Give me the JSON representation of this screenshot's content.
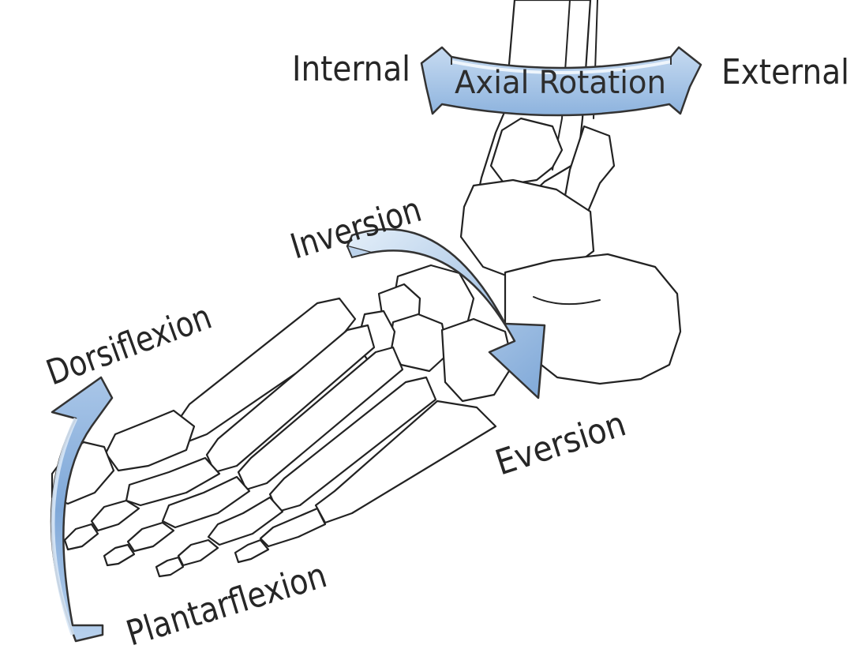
{
  "labels": {
    "internal": "Internal",
    "external": "External",
    "axial_rotation": "Axial Rotation",
    "inversion": "Inversion",
    "eversion": "Eversion",
    "dorsiflexion": "Dorsiflexion",
    "plantarflexion": "Plantarflexion"
  },
  "colors": {
    "arrow_fill_light": "#dbeaf8",
    "arrow_fill_dark": "#7fa8d8",
    "arrow_stroke": "#333333",
    "bone_stroke": "#222222",
    "text": "#262626"
  }
}
